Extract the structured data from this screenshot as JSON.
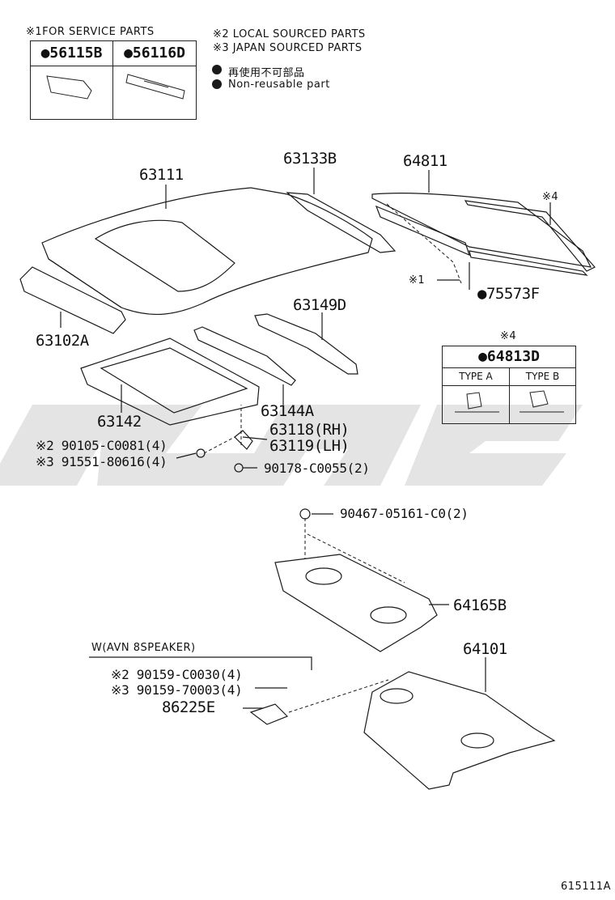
{
  "notes": {
    "service_parts": "※1FOR SERVICE PARTS",
    "local_sourced": "※2 LOCAL SOURCED PARTS",
    "japan_sourced": "※3 JAPAN SOURCED PARTS",
    "non_reusable_jp": "再使用不可部品",
    "non_reusable_en": "Non-reusable part"
  },
  "service_table": {
    "cells": [
      "●56115B",
      "●56116D"
    ]
  },
  "type_table": {
    "note": "※4",
    "title": "●64813D",
    "type_a": "TYPE A",
    "type_b": "TYPE B"
  },
  "callouts": {
    "p63111": "63111",
    "p63133B": "63133B",
    "p64811": "64811",
    "note4": "※4",
    "note1": "※1",
    "p75573F": "●75573F",
    "p63102A": "63102A",
    "p63149D": "63149D",
    "p63142": "63142",
    "p63144A": "63144A",
    "p63118": "63118(RH)",
    "p63119": "63119(LH)",
    "p90105": "※2 90105-C0081(4)",
    "p91551": "※3 91551-80616(4)",
    "p90178": "90178-C0055(2)",
    "p90467": "90467-05161-C0(2)",
    "p64165B": "64165B",
    "w_avn": "W(AVN 8SPEAKER)",
    "p64101": "64101",
    "p90159_2": "※2 90159-C0030(4)",
    "p90159_3": "※3 90159-70003(4)",
    "p86225E": "86225E",
    "figure_id": "615111A"
  },
  "colors": {
    "line": "#1a1a1a",
    "watermark": "#e3e3e3"
  }
}
